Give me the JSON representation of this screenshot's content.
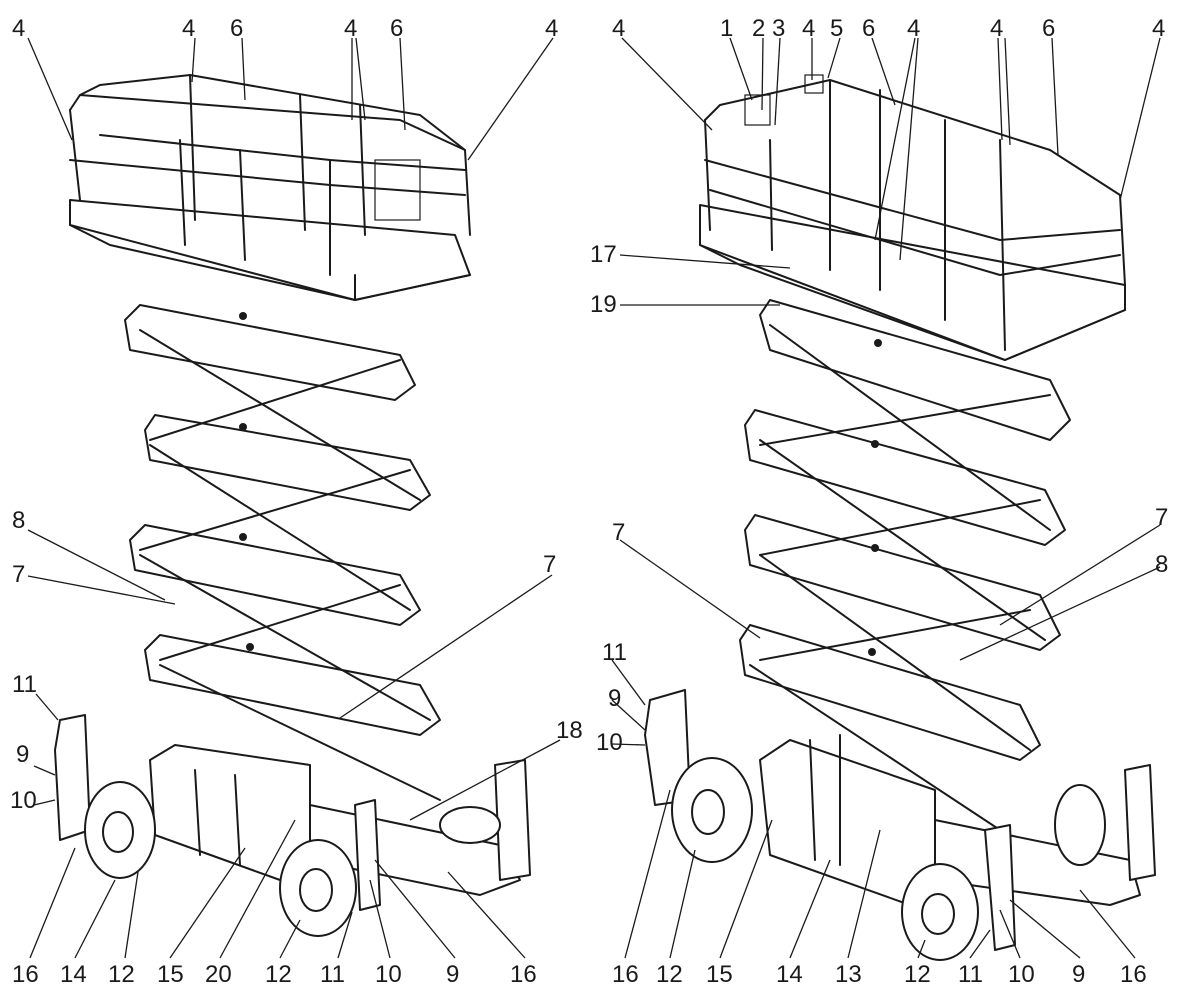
{
  "figure": {
    "left_view": {
      "callouts": [
        "4",
        "4",
        "6",
        "4",
        "6",
        "4",
        "8",
        "7",
        "7",
        "18",
        "11",
        "9",
        "10",
        "16",
        "14",
        "12",
        "15",
        "20",
        "12",
        "11",
        "10",
        "9",
        "16"
      ]
    },
    "right_view": {
      "callouts": [
        "4",
        "1",
        "2",
        "3",
        "4",
        "5",
        "6",
        "4",
        "4",
        "6",
        "4",
        "17",
        "19",
        "7",
        "7",
        "8",
        "11",
        "9",
        "10",
        "16",
        "12",
        "15",
        "14",
        "13",
        "12",
        "11",
        "10",
        "9",
        "16"
      ]
    }
  },
  "colors": {
    "line": "#1a1a1a",
    "background": "#ffffff"
  }
}
